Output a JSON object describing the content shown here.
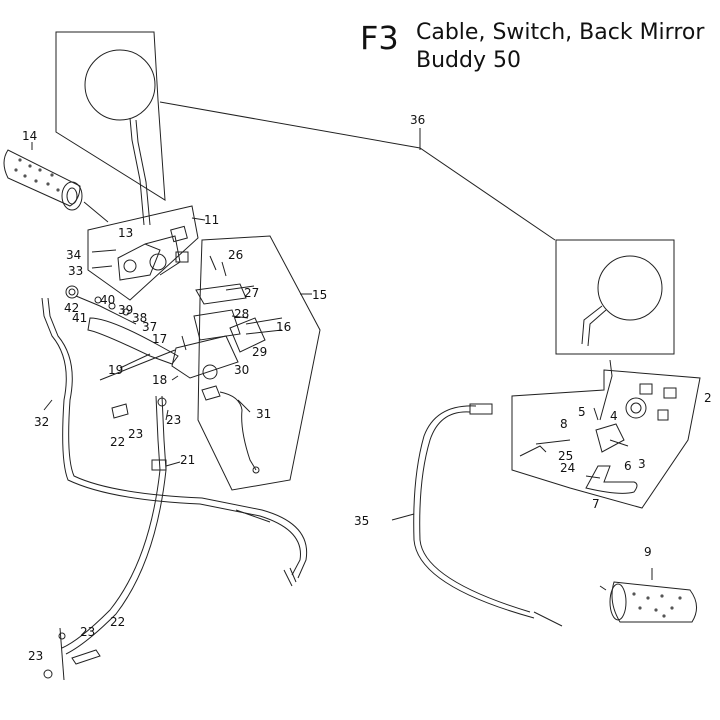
{
  "title": {
    "code": "F3",
    "line1": "Cable, Switch, Back Mirror",
    "line2": "Buddy 50"
  },
  "callouts": [
    "14",
    "13",
    "11",
    "34",
    "33",
    "26",
    "27",
    "15",
    "42",
    "41",
    "40",
    "39",
    "38",
    "37",
    "28",
    "16",
    "17",
    "29",
    "19",
    "30",
    "18",
    "32",
    "22",
    "23",
    "23",
    "31",
    "21",
    "36",
    "8",
    "5",
    "4",
    "2",
    "25",
    "6",
    "3",
    "24",
    "7",
    "35",
    "9",
    "22",
    "23",
    "23"
  ]
}
